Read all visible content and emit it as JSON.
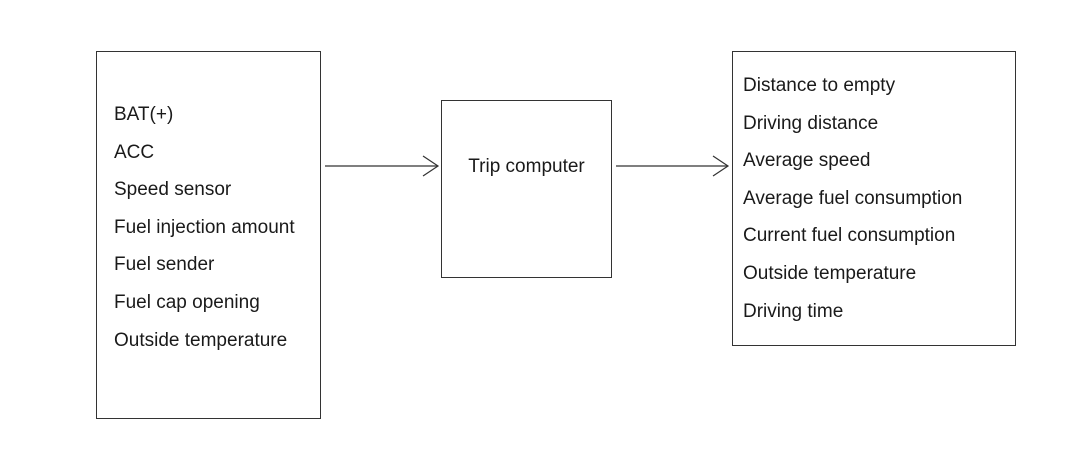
{
  "inputs": {
    "items": [
      "BAT(+)",
      "ACC",
      "Speed sensor",
      "Fuel injection amount",
      "Fuel sender",
      "Fuel cap opening",
      "Outside temperature"
    ]
  },
  "center": {
    "label": "Trip computer"
  },
  "outputs": {
    "items": [
      "Distance to empty",
      "Driving distance",
      "Average speed",
      "Average fuel consumption",
      "Current fuel consumption",
      "Outside temperature",
      "Driving time"
    ]
  },
  "colors": {
    "line": "#333333",
    "text": "#1a1a1a"
  }
}
